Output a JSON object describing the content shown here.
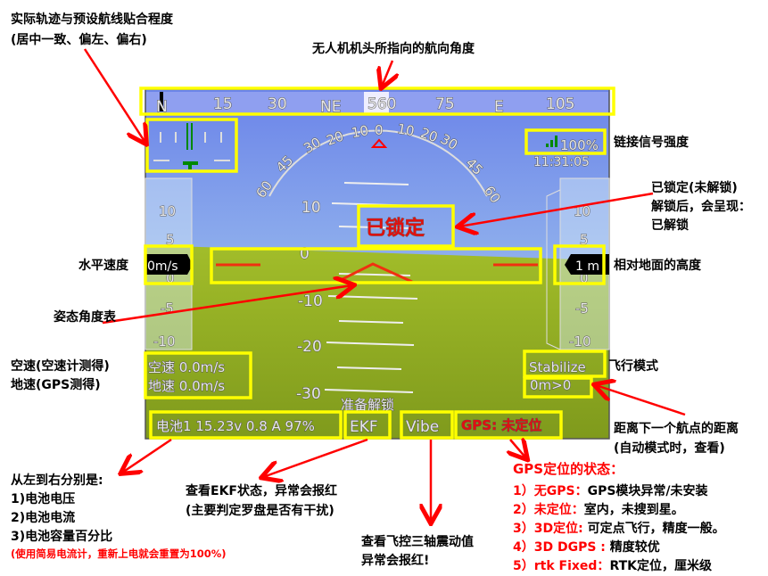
{
  "hud": {
    "heading_tape": [
      "N",
      "15",
      "30",
      "NE",
      "560",
      "75",
      "E",
      "105"
    ],
    "roll_scale": [
      "60",
      "45",
      "30",
      "20",
      "10",
      "0",
      "10",
      "20",
      "30",
      "45",
      "60"
    ],
    "pitch_labels": [
      "10",
      "0",
      "-10",
      "-20",
      "-30"
    ],
    "speed_tape": [
      "10",
      "5",
      "0",
      "-5",
      "-10"
    ],
    "alt_tape": [
      "10",
      "5",
      "0",
      "-5",
      "-10"
    ],
    "ground_speed_readout": "0m/s",
    "altitude_readout": "1 m",
    "link_quality": "100%",
    "clock": "11:31:05",
    "arm_status": "已锁定",
    "airspeed": "空速 0.0m/s",
    "groundspeed": "地速 0.0m/s",
    "flight_mode": "Stabilize",
    "waypoint_distance": "0m>0",
    "prearm_message": "准备解锁",
    "battery": "电池1 15.23v 0.8 A 97%",
    "ekf": "EKF",
    "vibe": "Vibe",
    "gps": "GPS: 未定位",
    "colors": {
      "sky_top": "#6b84e9",
      "sky_horizon": "#b4dcf0",
      "ground": "#94b023",
      "accent": "#ff0000",
      "highlight": "#ffff00"
    }
  },
  "annotations": {
    "track": [
      "实际轨迹与预设航线贴合程度",
      "(居中一致、偏左、偏右)"
    ],
    "heading": "无人机机头所指向的航向角度",
    "link": "链接信号强度",
    "arm": [
      "已锁定(未解锁)",
      "解锁后，会呈现：",
      "已解锁"
    ],
    "hspeed": "水平速度",
    "altitude": "相对地面的高度",
    "attitude": "姿态角度表",
    "speeds": [
      "空速(空速计测得)",
      "地速(GPS测得)"
    ],
    "mode": "飞行模式",
    "wp": [
      "距离下一个航点的距离",
      "(自动模式时，查看)"
    ],
    "battery": [
      "从左到右分别是:",
      "1)电池电压",
      "2)电池电流",
      "3)电池容量百分比"
    ],
    "battery_note": "(使用简易电流计，重新上电就会重置为100%)",
    "ekf": [
      "查看EKF状态，异常会报红",
      "(主要判定罗盘是否有干扰)"
    ],
    "vibe": [
      "查看飞控三轴震动值",
      "异常会报红!"
    ],
    "gps_title": "GPS定位的状态：",
    "gps_items": [
      {
        "key": "1）无GPS：",
        "desc": "GPS模块异常/未安装"
      },
      {
        "key": "2）未定位：",
        "desc": "室内，未搜到星。"
      },
      {
        "key": "3）3D定位:",
        "desc": " 可定点飞行，精度一般。"
      },
      {
        "key": "4）3D DGPS :",
        "desc": " 精度较优"
      },
      {
        "key": "5）rtk Fixed：",
        "desc": "RTK定位，厘米级"
      }
    ]
  }
}
